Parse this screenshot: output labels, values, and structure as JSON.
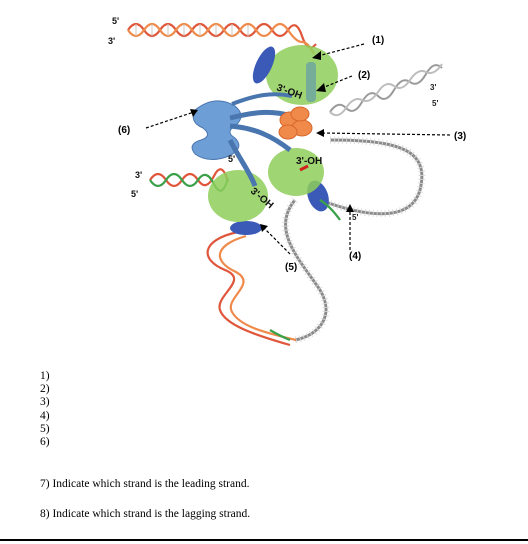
{
  "diagram": {
    "callouts": [
      "(1)",
      "(2)",
      "(3)",
      "(4)",
      "(5)",
      "(6)"
    ],
    "strand_ends": {
      "top_left_5": "5'",
      "top_left_3": "3'",
      "right_3": "3'",
      "right_5": "5'",
      "left_3": "3'",
      "left_5": "5'",
      "center_5": "5'",
      "lagging_5": "5'"
    },
    "hydroxyl_labels": [
      "3'-OH",
      "3'-OH",
      "3'-OH"
    ]
  },
  "questions": {
    "numbers": [
      "1)",
      "2)",
      "3)",
      "4)",
      "5)",
      "6)"
    ],
    "q7": "7) Indicate which strand is the leading strand.",
    "q8": "8) Indicate which strand is the lagging strand."
  }
}
